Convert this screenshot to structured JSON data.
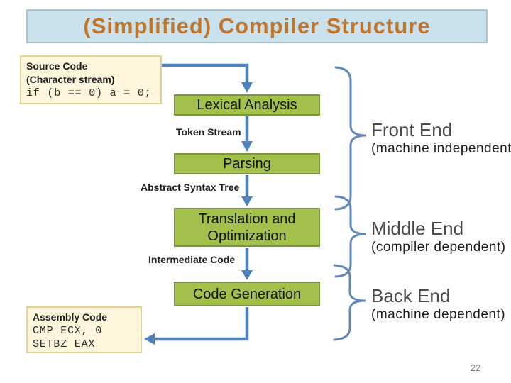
{
  "slide": {
    "title": "(Simplified) Compiler Structure",
    "page_number": "22"
  },
  "source_code_box": {
    "title": "Source Code",
    "subtitle": "(Character stream)",
    "code": "if (b == 0) a = 0;"
  },
  "stages": [
    {
      "label": "Lexical Analysis"
    },
    {
      "label": "Parsing"
    },
    {
      "label": "Translation and Optimization"
    },
    {
      "label": "Code Generation"
    }
  ],
  "flow_labels": {
    "token_stream": "Token Stream",
    "abstract_syntax_tree": "Abstract Syntax Tree",
    "intermediate_code": "Intermediate Code"
  },
  "assembly_box": {
    "title": "Assembly Code",
    "code_line1": "CMP ECX, 0",
    "code_line2": "SETBZ EAX"
  },
  "groups": [
    {
      "name": "Front End",
      "detail": "(machine independent)"
    },
    {
      "name": "Middle End",
      "detail": "(compiler dependent)"
    },
    {
      "name": "Back End",
      "detail": "(machine dependent)"
    }
  ],
  "colors": {
    "title_bg": "#C9E2EC",
    "title_border": "#ABC6D2",
    "title_text": "#C2762C",
    "stage_fill": "#A3C04A",
    "stage_border": "#7A9540",
    "code_box_bg": "#FDF5DC",
    "code_box_border": "#E3D396",
    "arrow_blue": "#4F81BD",
    "brace_blue": "#6288BC",
    "group_name_gray": "#4A4A4A",
    "page_number_gray": "#7F7F7F"
  }
}
